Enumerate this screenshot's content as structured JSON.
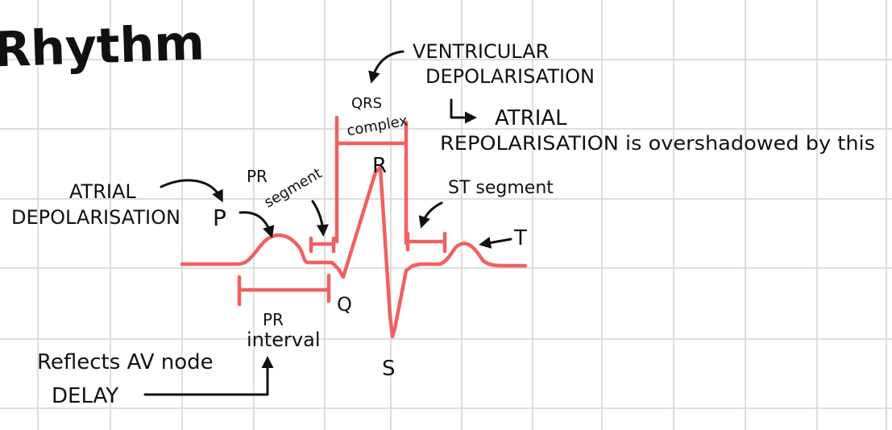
{
  "title": "Rhythm",
  "labels": {
    "ventricular": "VENTRICULAR",
    "depolarisation_v": "DEPOLARISATION",
    "qrs": "QRS",
    "complex": "complex",
    "atrial_r": "ATRIAL",
    "repolarisation": "REPOLARISATION is overshadowed by this",
    "atrial_d": "ATRIAL",
    "depolarisation_a": "DEPOLARISATION",
    "p": "P",
    "pr": "PR",
    "segment": "segment",
    "r": "R",
    "st_segment": "ST segment",
    "t": "T",
    "q": "Q",
    "s": "S",
    "pr_interval_1": "PR",
    "pr_interval_2": "interval",
    "reflects": "Reflects AV node",
    "delay": "DELAY"
  },
  "colors": {
    "ink": "#111111",
    "ecg": "#f06060",
    "grid": "#d4d4d4",
    "background": "#ffffff"
  }
}
